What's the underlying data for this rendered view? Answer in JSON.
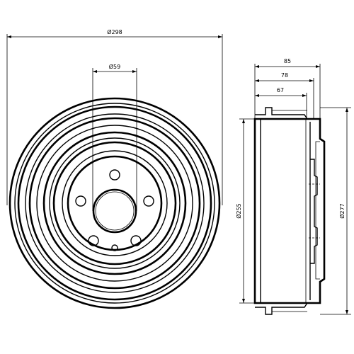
{
  "dimensions": {
    "outer_diameter": "Ø298",
    "center_bore": "Ø59",
    "drum_inner_diameter": "Ø255",
    "flange_diameter": "Ø277",
    "overall_height": "85",
    "height_mid": "78",
    "height_inner": "67"
  },
  "colors": {
    "line": "#000000",
    "background": "#ffffff"
  }
}
